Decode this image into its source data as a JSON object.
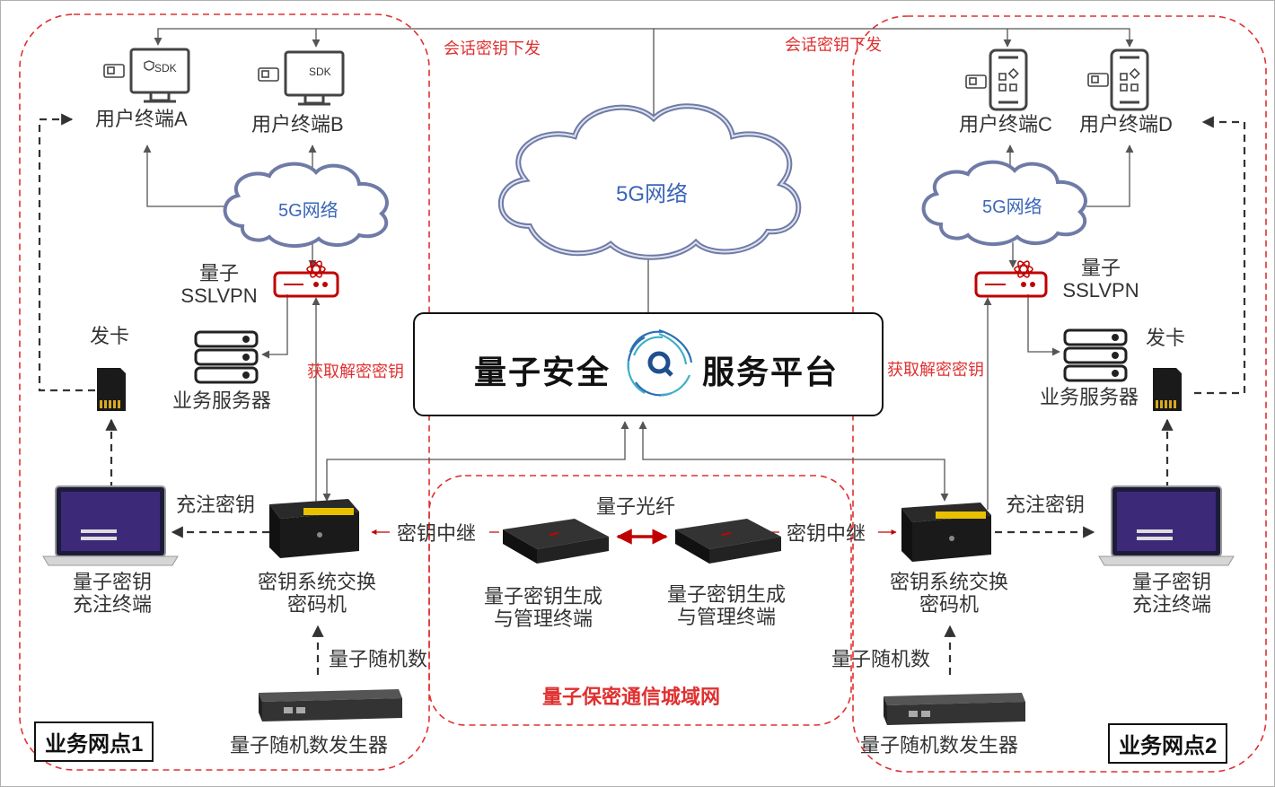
{
  "platform": {
    "left_text": "量子安全",
    "right_text": "服务平台",
    "logo": "quantum-q-logo"
  },
  "network": {
    "main_cloud": "5G网络",
    "left_cloud": "5G网络",
    "right_cloud": "5G网络"
  },
  "labels": {
    "session_key_left": "会话密钥下发",
    "session_key_right": "会话密钥下发",
    "get_key_left": "获取解密密钥",
    "get_key_right": "获取解密密钥",
    "fiber": "量子光纤",
    "relay_left": "密钥中继",
    "relay_right": "密钥中继",
    "inject_left": "充注密钥",
    "inject_right": "充注密钥",
    "rng_left": "量子随机数",
    "rng_right": "量子随机数",
    "issue_left": "发卡",
    "issue_right": "发卡",
    "metro_network": "量子保密通信城域网"
  },
  "devices": {
    "terminal_a": "用户终端A",
    "terminal_b": "用户终端B",
    "terminal_c": "用户终端C",
    "terminal_d": "用户终端D",
    "sdk": "SDK",
    "vpn_left_1": "量子",
    "vpn_left_2": "SSLVPN",
    "vpn_right_1": "量子",
    "vpn_right_2": "SSLVPN",
    "biz_server_left": "业务服务器",
    "biz_server_right": "业务服务器",
    "charge_left_1": "量子密钥",
    "charge_left_2": "充注终端",
    "charge_right_1": "量子密钥",
    "charge_right_2": "充注终端",
    "kms_left_1": "密钥系统交换",
    "kms_left_2": "密码机",
    "kms_right_1": "密钥系统交换",
    "kms_right_2": "密码机",
    "gen_left_1": "量子密钥生成",
    "gen_left_2": "与管理终端",
    "gen_right_1": "量子密钥生成",
    "gen_right_2": "与管理终端",
    "qrng_left": "量子随机数发生器",
    "qrng_right": "量子随机数发生器"
  },
  "sites": {
    "left": "业务网点1",
    "right": "业务网点2"
  },
  "colors": {
    "accent_red": "#e03030",
    "cloud_text": "#3a66b8",
    "line": "#555555"
  }
}
